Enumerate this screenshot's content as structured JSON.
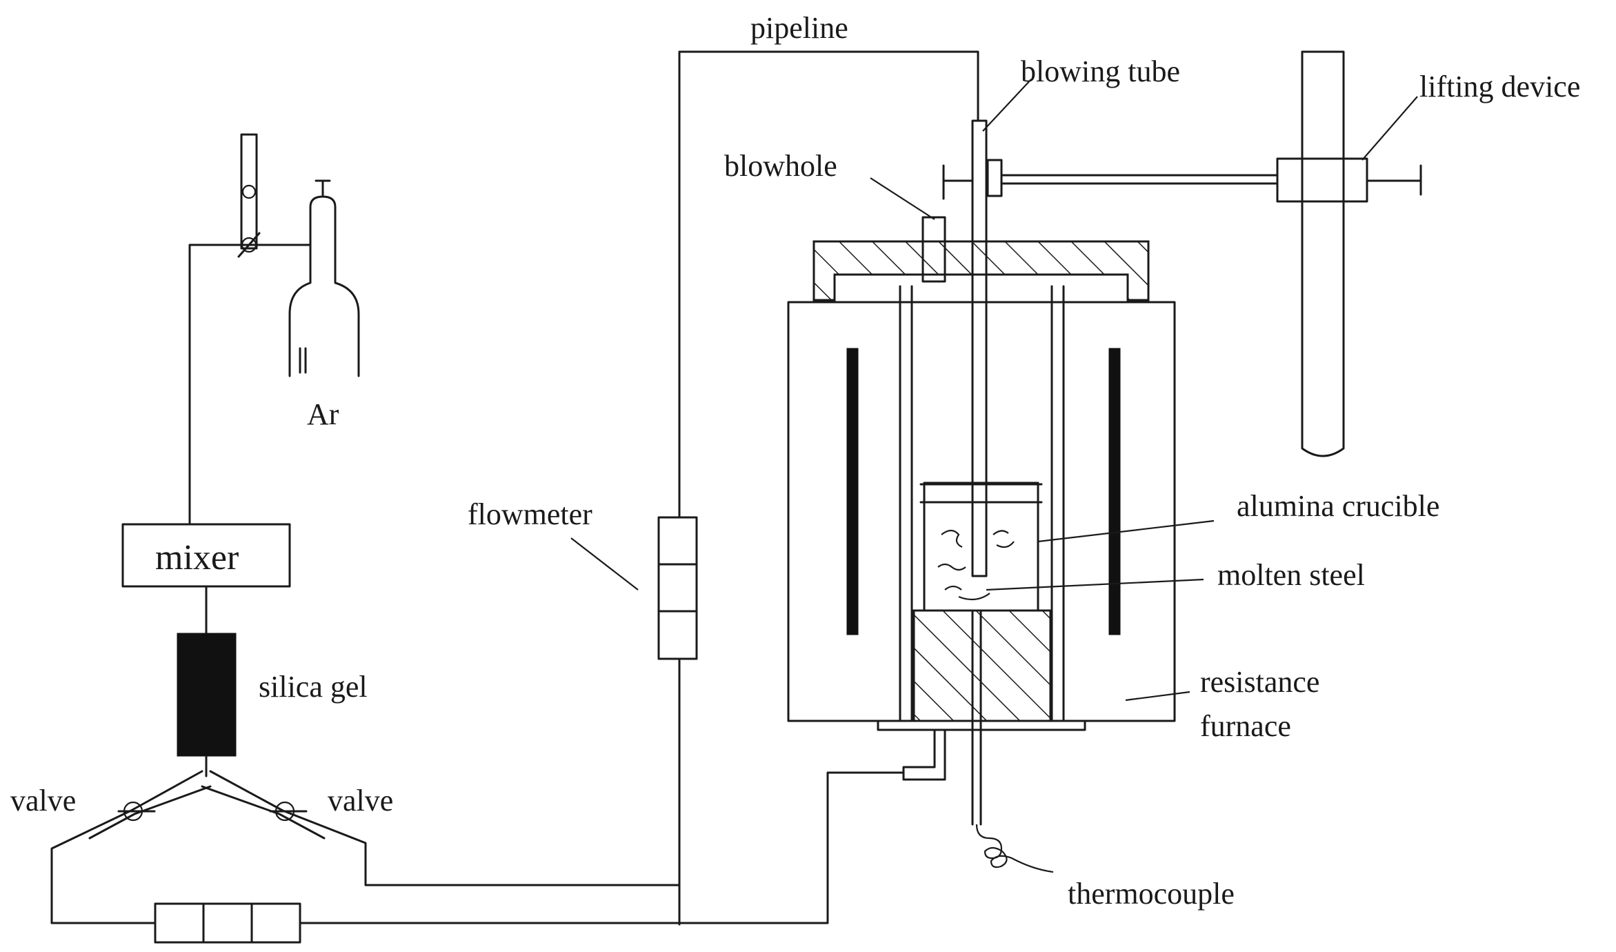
{
  "labels": {
    "pipeline": "pipeline",
    "blowing_tube": "blowing tube",
    "lifting_device": "lifting device",
    "blowhole": "blowhole",
    "ar": "Ar",
    "mixer": "mixer",
    "flowmeter": "flowmeter",
    "alumina_crucible": "alumina crucible",
    "molten_steel": "molten steel",
    "silica_gel": "silica gel",
    "resistance": "resistance",
    "furnace": "furnace",
    "valve_left": "valve",
    "valve_right": "valve",
    "thermocouple": "thermocouple"
  },
  "colors": {
    "line": "#1a1a1a",
    "fill_dark": "#111111",
    "background": "#ffffff"
  }
}
